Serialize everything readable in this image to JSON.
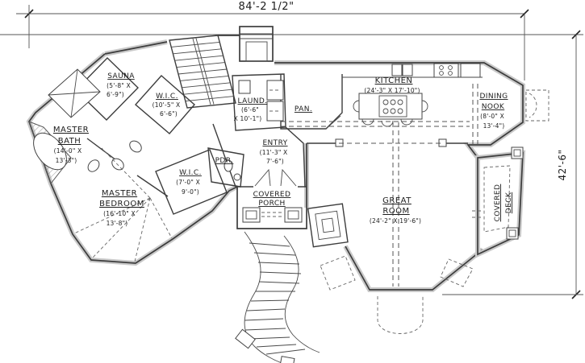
{
  "drawing": {
    "overall_width_label": "84'-2 1/2\"",
    "overall_height_label": "42'-6\""
  },
  "rooms": {
    "sauna": {
      "name": "SAUNA",
      "size1": "(5'-8\" X",
      "size2": "6'-9\")"
    },
    "wic_upper": {
      "name": "W.I.C.",
      "size1": "(10'-5\" X",
      "size2": "6'-6\")"
    },
    "master_bath": {
      "name1": "MASTER",
      "name2": "BATH",
      "size1": "(14'-0\" X",
      "size2": "13'-3\")"
    },
    "master_bedroom": {
      "name1": "MASTER",
      "name2": "BEDROOM",
      "size1": "(16'-10\" X",
      "size2": "13'-8\")"
    },
    "laundry": {
      "name": "LAUND.",
      "size1": "(6'-6\"",
      "size2": "X 10'-1\")"
    },
    "pantry": {
      "name": "PAN."
    },
    "entry": {
      "name": "ENTRY",
      "size1": "(11'-3\" X",
      "size2": "7'-6\")"
    },
    "wic_lower": {
      "name": "W.I.C.",
      "size1": "(7'-0\" X",
      "size2": "9'-0\")"
    },
    "powder": {
      "name": "PDR."
    },
    "covered_porch": {
      "name1": "COVERED",
      "name2": "PORCH"
    },
    "kitchen": {
      "name": "KITCHEN",
      "size": "(24'-3\" X 17'-10\")"
    },
    "dining_nook": {
      "name1": "DINING",
      "name2": "NOOK",
      "size1": "(8'-0\" X",
      "size2": "13'-4\")"
    },
    "great_room": {
      "name1": "GREAT",
      "name2": "ROOM",
      "size": "(24'-2\" X 19'-6\")"
    },
    "covered_deck": {
      "name1": "COVERED",
      "name2": "DECK"
    }
  }
}
